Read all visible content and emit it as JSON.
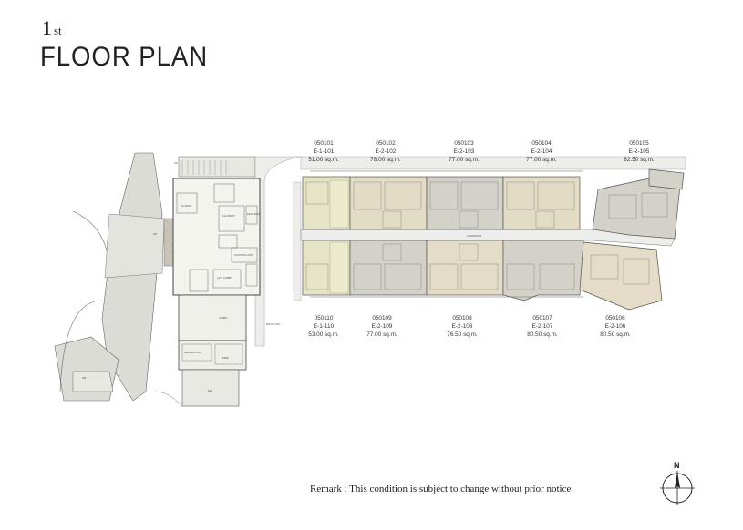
{
  "floor": {
    "number": "1",
    "suffix": "st",
    "title": "FLOOR PLAN"
  },
  "units_top": [
    {
      "code": "050101",
      "unit": "E-1-101",
      "area": "51.00 sq.m."
    },
    {
      "code": "050102",
      "unit": "E-2-102",
      "area": "78.00 sq.m."
    },
    {
      "code": "050103",
      "unit": "E-2-103",
      "area": "77.00 sq.m."
    },
    {
      "code": "050104",
      "unit": "E-2-104",
      "area": "77.00 sq.m."
    },
    {
      "code": "050105",
      "unit": "E-2-105",
      "area": "82.50 sq.m."
    }
  ],
  "units_bottom": [
    {
      "code": "050110",
      "unit": "E-1-110",
      "area": "53.00 sq.m."
    },
    {
      "code": "050109",
      "unit": "E-2-109",
      "area": "77.00 sq.m."
    },
    {
      "code": "050108",
      "unit": "E-2-108",
      "area": "76.50 sq.m."
    },
    {
      "code": "050107",
      "unit": "E-2-107",
      "area": "80.50 sq.m."
    },
    {
      "code": "050106",
      "unit": "E-2-106",
      "area": "80.50 sq.m."
    }
  ],
  "plan_labels": {
    "corridor": "CORRIDOR",
    "lobby": "LOBBY",
    "guard": "GUARD",
    "laundry": "LAUNDRY",
    "mail_box": "MAIL BOX",
    "lift_lobby": "LIFT LOBBY",
    "control_rm": "CONTROL RM",
    "generator": "GENERATOR",
    "mdb": "MDB",
    "drop_off": "DROP OFF",
    "ee": "EE",
    "dn": "DN",
    "up": "UP",
    "gb": "GB"
  },
  "remark": "Remark : This condition is subject to change without prior notice",
  "compass": {
    "north": "N"
  },
  "colors": {
    "unit_small": "#e6e4c6",
    "unit_std": "#e2dcc4",
    "unit_dark": "#d3d1c8",
    "unit_end": "#e4dcc6",
    "corridor": "#ededeb",
    "site": "#dcdcd6",
    "wall": "#555555"
  }
}
